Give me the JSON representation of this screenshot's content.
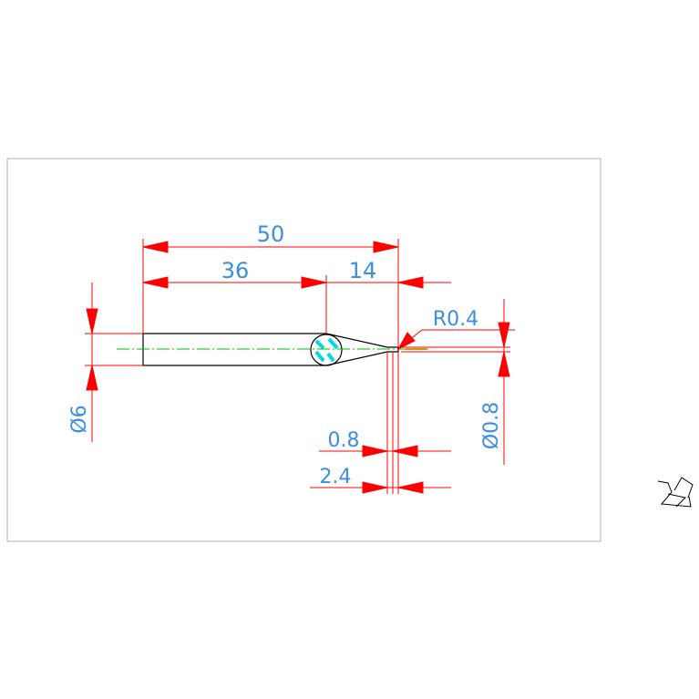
{
  "dimensions": {
    "overall_length": "50",
    "body_length": "36",
    "tip_length": "14",
    "tip_radius": "R0.4",
    "body_diameter": "Ø6",
    "tip_diameter": "Ø0.8",
    "tip_flat": "0.8",
    "tip_offset": "2.4"
  },
  "colors": {
    "dimension": "#ff0000",
    "text": "#3b8ee0",
    "outline": "#000000",
    "centerline": "#00c000",
    "hatch": "#00d8e8",
    "frame": "#b0b0b0"
  },
  "icons": {
    "ucs": "ucs-icon"
  }
}
